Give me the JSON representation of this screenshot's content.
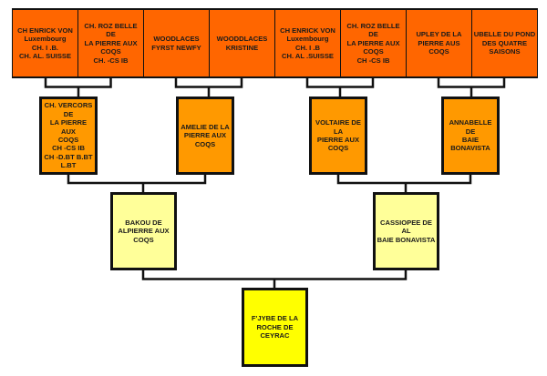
{
  "pedigree": {
    "subject": {
      "name": "F'JYBE DE LA\nROCHE DE\nCEYRAC"
    },
    "parents": [
      {
        "name": "BAKOU DE\nALPIERRE AUX\nCOQS"
      },
      {
        "name": "CASSIOPEE DE AL\nBAIE BONAVISTA"
      }
    ],
    "grandparents": [
      {
        "name": "CH. VERCORS DE\nLA PIERRE AUX\nCOQS\nCH -CS IB\nCH -D.BT  B.BT\nL.BT"
      },
      {
        "name": "AMELIE DE LA\nPIERRE AUX COQS"
      },
      {
        "name": "VOLTAIRE DE LA\nPIERRE AUX COQS"
      },
      {
        "name": "ANNABELLE DE\nBAIE BONAVISTA"
      }
    ],
    "great_grandparents": [
      {
        "name": "CH ENRICK VON\nLuxembourg\nCH. I .B.\nCH. AL. SUISSE"
      },
      {
        "name": "CH. ROZ BELLE DE\nLA PIERRE AUX\nCOQS\nCH. -CS IB"
      },
      {
        "name": "WOODLACES\nFYRST NEWFY"
      },
      {
        "name": "WOODDLACES\nKRISTINE"
      },
      {
        "name": "CH ENRICK VON\nLuxembourg\nCH. I .B\nCH. AL .SUISSE"
      },
      {
        "name": "CH. ROZ BELLE DE\nLA PIERRE AUX\nCOQS\nCH -CS IB"
      },
      {
        "name": "UPLEY DE LA\nPIERRE AUS COQS"
      },
      {
        "name": "UBELLE DU POND\nDES QUATRE\nSAISONS"
      }
    ]
  },
  "colors": {
    "gen1": "#ff6600",
    "gen2": "#ff9900",
    "gen3": "#ffff99",
    "subject": "#ffff00"
  }
}
